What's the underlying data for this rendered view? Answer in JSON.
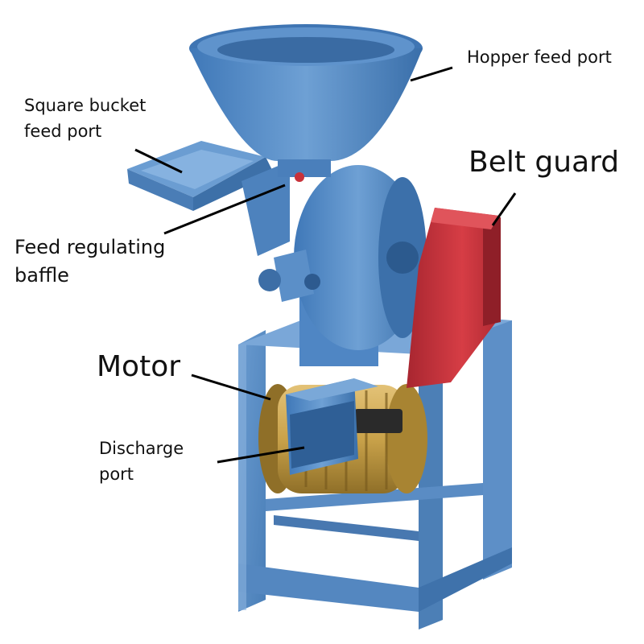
{
  "labels": {
    "hopper_feed_port": "Hopper feed port",
    "square_bucket_line1": "Square bucket",
    "square_bucket_line2": "feed port",
    "baffle_line1": "Feed regulating",
    "baffle_line2": "baffle",
    "belt_guard": "Belt guard",
    "motor": "Motor",
    "discharge_line1": "Discharge",
    "discharge_line2": "port"
  },
  "colors": {
    "frame_blue": "#5b8fc8",
    "hopper_blue": "#4f86c4",
    "guard_red": "#c8323a",
    "motor_gold": "#c9a24a",
    "leader_line": "#000000"
  }
}
